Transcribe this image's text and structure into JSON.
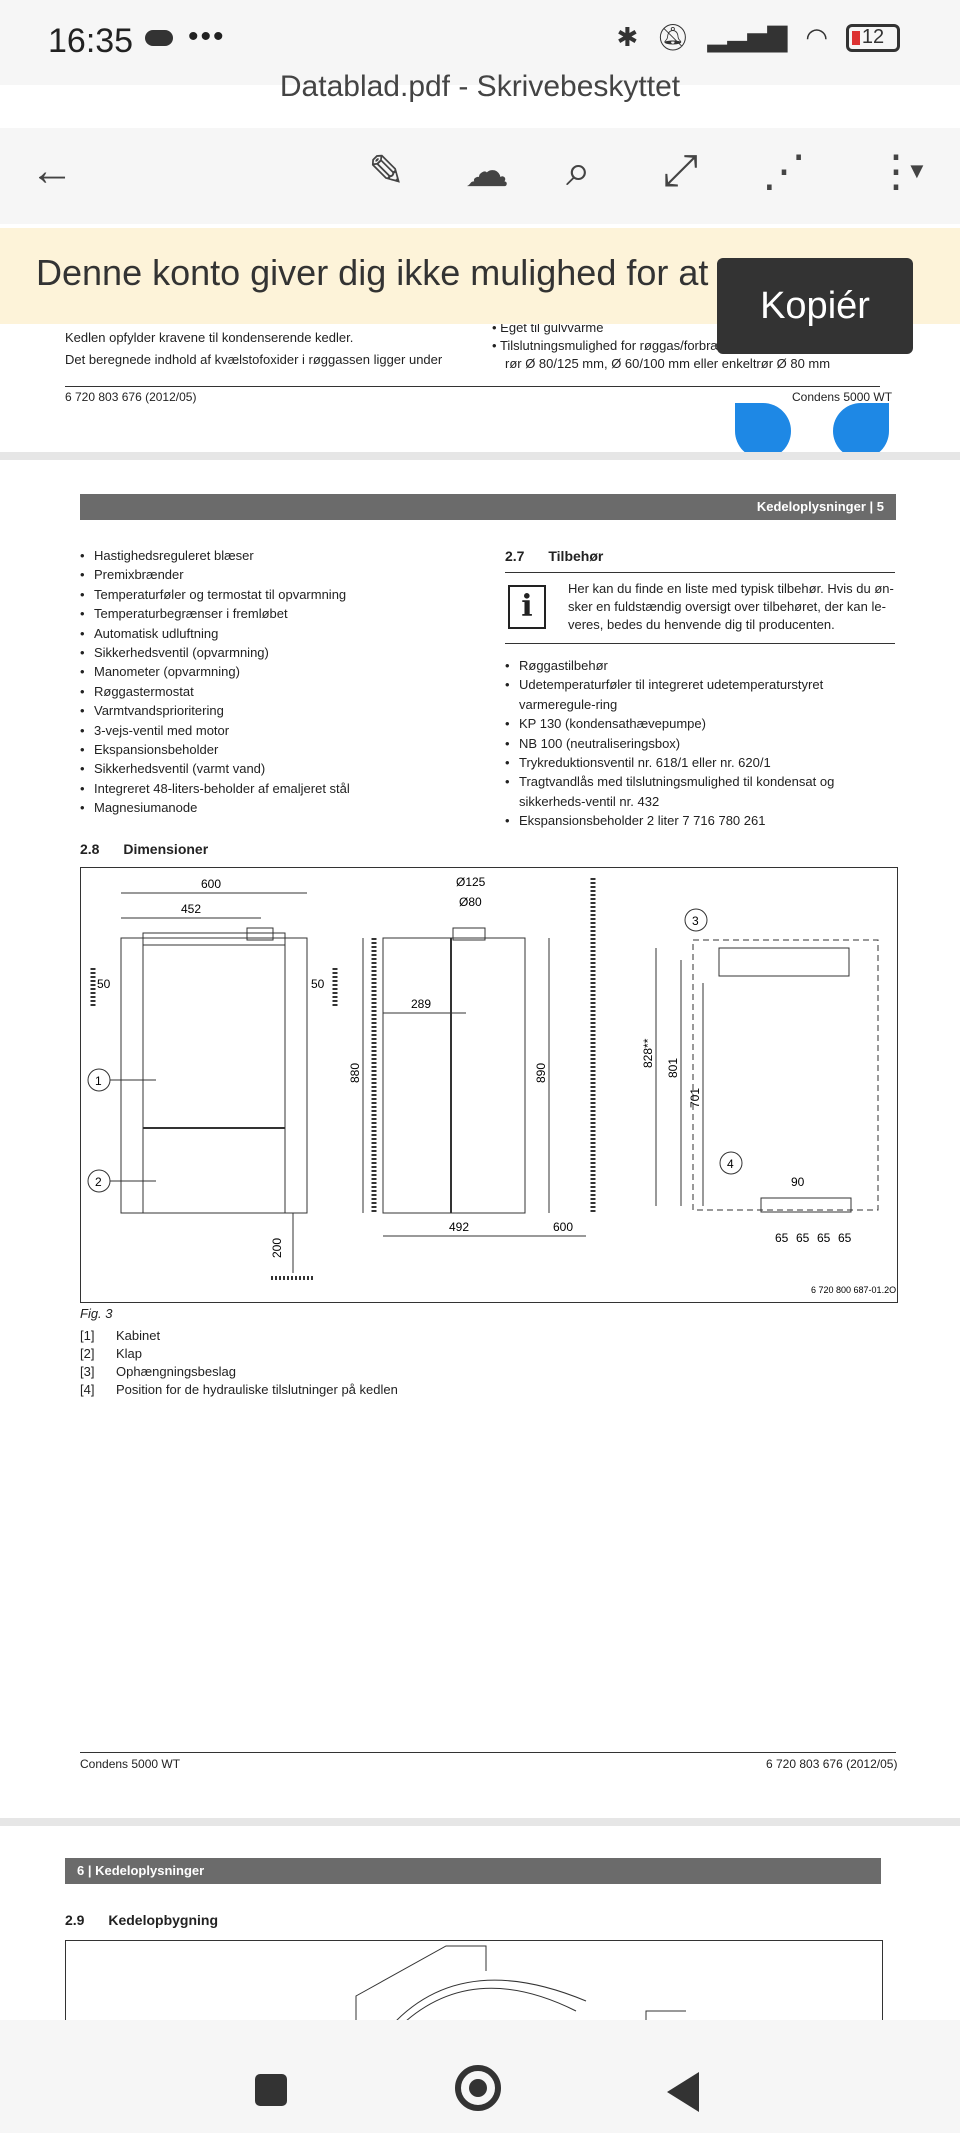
{
  "status_bar": {
    "time": "16:35",
    "battery": "12"
  },
  "title": "Datablad.pdf - Skrivebeskyttet",
  "toolbar": {
    "back": "←",
    "edit": "✎",
    "upload": "☁",
    "search": "⌕",
    "fullscreen": "⤢",
    "share": "⋰",
    "more": "⋮"
  },
  "banner": {
    "text": "Denne konto giver dig ikke mulighed for at re",
    "copy_label": "Kopiér"
  },
  "page4": {
    "left_lines": [
      "Kedlen opfylder kravene til kondenserende kedler.",
      "Det beregnede indhold af kvælstofoxider i røggassen ligger under"
    ],
    "right_lines": [
      "Eget til gulvvarme",
      "Tilslutningsmulighed for røggas/forbræ",
      "rør Ø 80/125 mm, Ø 60/100 mm eller enkeltrør Ø 80 mm"
    ],
    "footer_left": "6 720 803 676 (2012/05)",
    "footer_right": "Condens 5000 WT"
  },
  "page5": {
    "header": "Kedeloplysninger | 5",
    "left_list": [
      "Hastighedsreguleret blæser",
      "Premixbrænder",
      "Temperaturføler og termostat til opvarmning",
      "Temperaturbegrænser i fremløbet",
      "Automatisk udluftning",
      "Sikkerhedsventil (opvarmning)",
      "Manometer (opvarmning)",
      "Røggastermostat",
      "Varmtvandsprioritering",
      "3-vejs-ventil med motor",
      "Ekspansionsbeholder",
      "Sikkerhedsventil (varmt vand)",
      "Integreret 48-liters-beholder af emaljeret stål",
      "Magnesiumanode"
    ],
    "section_27_num": "2.7",
    "section_27_title": "Tilbehør",
    "info_text_1": "Her kan du finde en liste med typisk tilbehør. Hvis du øn-",
    "info_text_2": "sker en fuldstændig oversigt over tilbehøret, der kan le-",
    "info_text_3": "veres, bedes du henvende dig til producenten.",
    "right_list": [
      "Røggastilbehør",
      "Udetemperaturføler til integreret udetemperaturstyret varmeregule-ring",
      "KP 130 (kondensathævepumpe)",
      "NB 100 (neutraliseringsbox)",
      "Trykreduktionsventil nr. 618/1 eller nr. 620/1",
      "Tragtvandlås med tilslutningsmulighed til kondensat og sikkerheds-ventil nr. 432",
      "Ekspansionsbeholder 2 liter 7 716 780 261"
    ],
    "section_28_num": "2.8",
    "section_28_title": "Dimensioner",
    "fig_ref": "6 720 800 687-01.2O",
    "fig_label": "Fig. 3",
    "legend": [
      {
        "n": "[1]",
        "t": "Kabinet"
      },
      {
        "n": "[2]",
        "t": "Klap"
      },
      {
        "n": "[3]",
        "t": "Ophængningsbeslag"
      },
      {
        "n": "[4]",
        "t": "Position for de hydrauliske tilslutninger på kedlen"
      }
    ],
    "dims": {
      "w600": "600",
      "w452": "452",
      "s50a": "50",
      "s50b": "50",
      "d200": "200",
      "d289": "289",
      "h880": "880",
      "h890": "890",
      "d125": "Ø125",
      "d80": "Ø80",
      "w492": "492",
      "w600b": "600",
      "h828": "828**",
      "h801": "801",
      "h701": "701",
      "d90": "90",
      "d65a": "65",
      "d65b": "65",
      "d65c": "65",
      "d65d": "65",
      "c1": "1",
      "c2": "2",
      "c3": "3",
      "c4": "4"
    },
    "footer_left": "Condens 5000 WT",
    "footer_right": "6 720 803 676 (2012/05)"
  },
  "page6": {
    "header": "6 | Kedeloplysninger",
    "section_29_num": "2.9",
    "section_29_title": "Kedelopbygning"
  }
}
